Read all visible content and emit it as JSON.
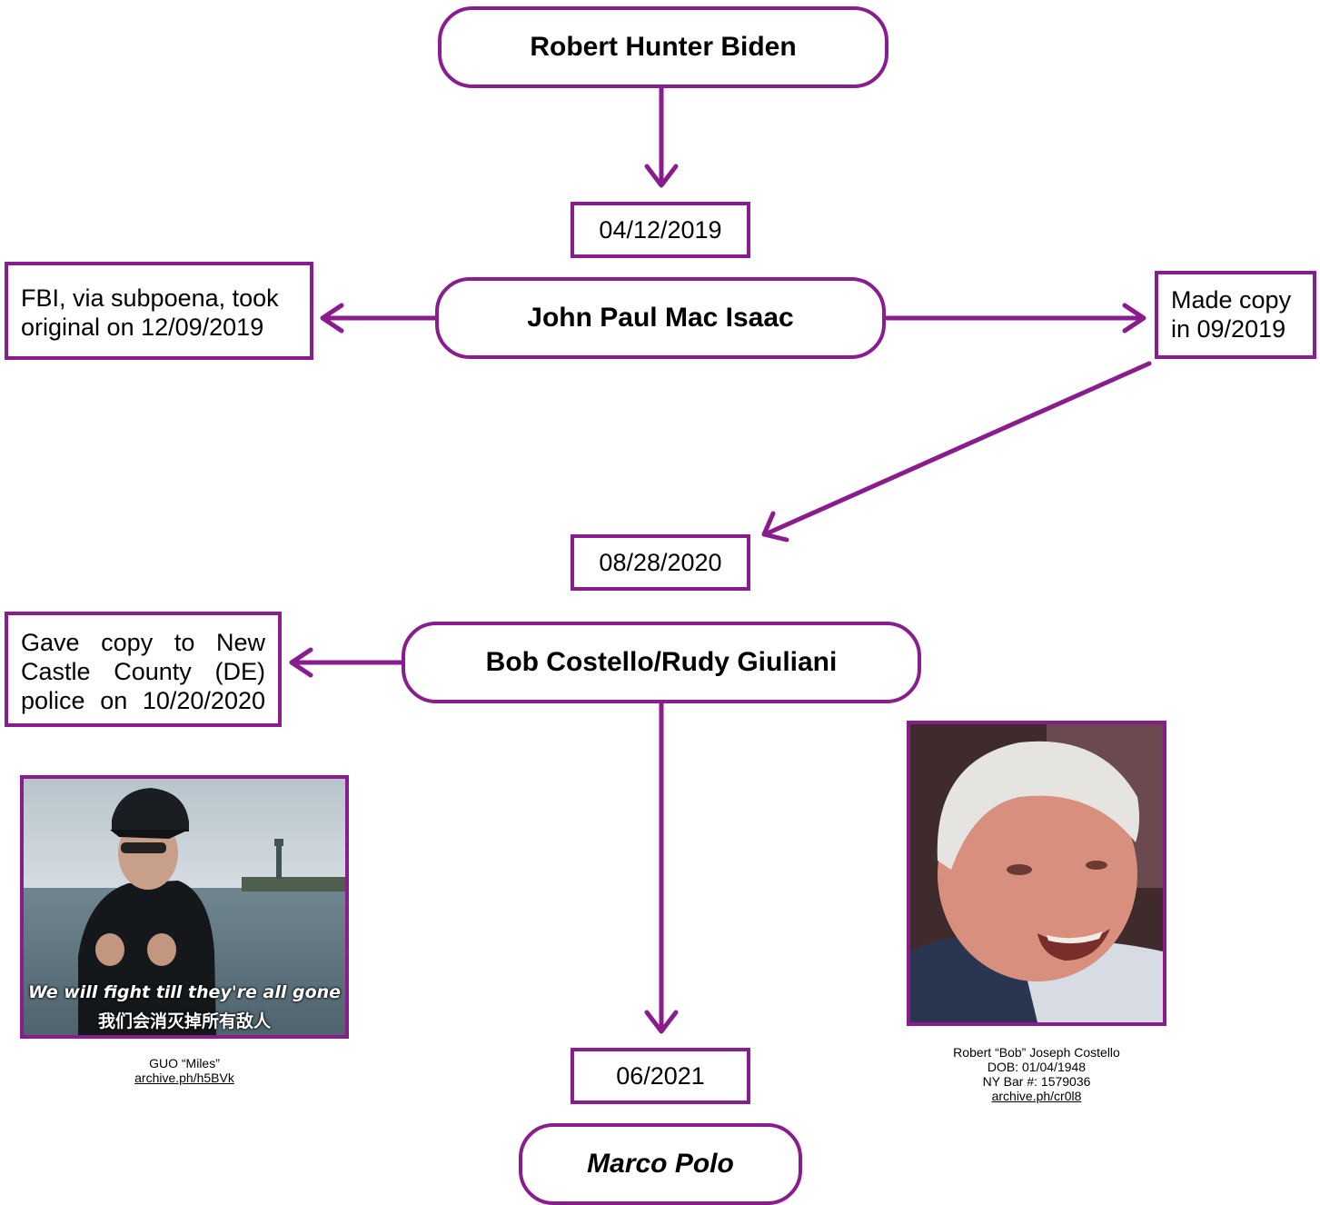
{
  "nodes": {
    "hunter": "Robert Hunter Biden",
    "date1": "04/12/2019",
    "macisaac": "John Paul Mac Isaac",
    "fbi": "FBI, via subpoena, took original on 12/09/2019",
    "copy_line1": "Made copy",
    "copy_line2": "in 09/2019",
    "date2": "08/28/2020",
    "costello": "Bob Costello/Rudy Giuliani",
    "police": "Gave copy to New Castle County (DE) police on 10/20/2020",
    "date3": "06/2021",
    "marco": "Marco Polo"
  },
  "guo_photo": {
    "subtitle_en": "We will fight till they're all gone",
    "subtitle_zh": "我们会消灭掉所有敌人",
    "caption_name": "GUO “Miles”",
    "caption_link": "archive.ph/h5BVk"
  },
  "costello_photo": {
    "caption_name": "Robert “Bob” Joseph Costello",
    "caption_dob": "DOB: 01/04/1948",
    "caption_bar": "NY Bar #: 1579036",
    "caption_link": "archive.ph/cr0l8"
  },
  "colors": {
    "accent": "#8a1d8e"
  }
}
